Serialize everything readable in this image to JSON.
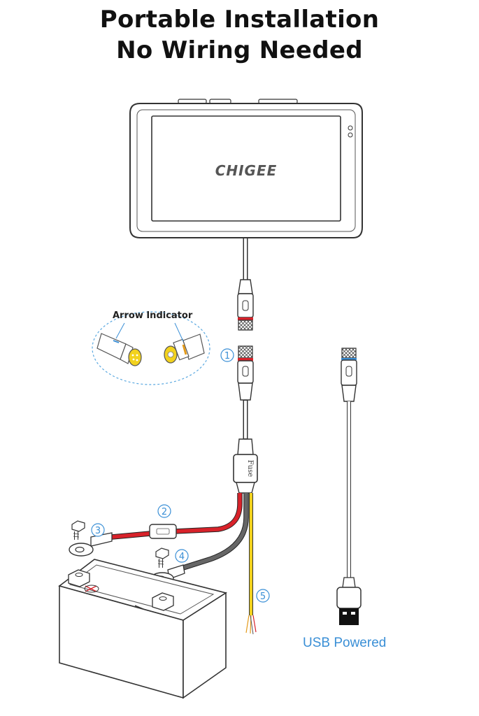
{
  "title_line1": "Portable Installation",
  "title_line2": "No Wiring Needed",
  "brand": "CHIGEE",
  "arrow_indicator": "Arrow Indicator",
  "fuse_label": "Fuse",
  "usb_powered": "USB Powered",
  "callouts": [
    "1",
    "2",
    "3",
    "4",
    "5"
  ],
  "colors": {
    "accent_blue": "#3a8fd6",
    "wire_red": "#d8222a",
    "wire_gray": "#666666",
    "wire_yellow": "#f2d21e",
    "line": "#333333"
  }
}
